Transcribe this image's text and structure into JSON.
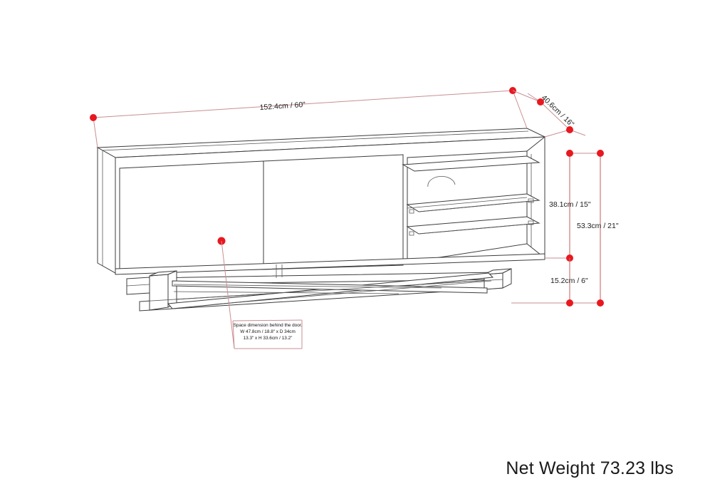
{
  "document": {
    "type": "furniture-dimension-diagram",
    "product": "TV stand / media console",
    "background_color": "#ffffff",
    "line_color": "#3c3c3c",
    "dimension_color": "#cc6b70",
    "dimension_dot_color": "#e8181f"
  },
  "dimensions": {
    "width": {
      "label": "152.4cm / 60\"",
      "cm": 152.4,
      "inches": 60,
      "axis": "width"
    },
    "depth": {
      "label": "40.6cm / 16\"",
      "cm": 40.6,
      "inches": 16,
      "axis": "depth"
    },
    "open_shelf_height": {
      "label": "38.1cm / 15\"",
      "cm": 38.1,
      "inches": 15,
      "axis": "height"
    },
    "total_height": {
      "label": "53.3cm / 21\"",
      "cm": 53.3,
      "inches": 21,
      "axis": "height"
    },
    "leg_height": {
      "label": "15.2cm / 6\"",
      "cm": 15.2,
      "inches": 6,
      "axis": "height"
    }
  },
  "callout": {
    "line1": "Space dimension behind the door.",
    "line2": "W 47.8cm / 18.8\" x D 34cm",
    "line3": "13.3\" x H 33.6cm / 13.2\""
  },
  "footer": {
    "net_weight": "Net Weight 73.23 lbs"
  }
}
